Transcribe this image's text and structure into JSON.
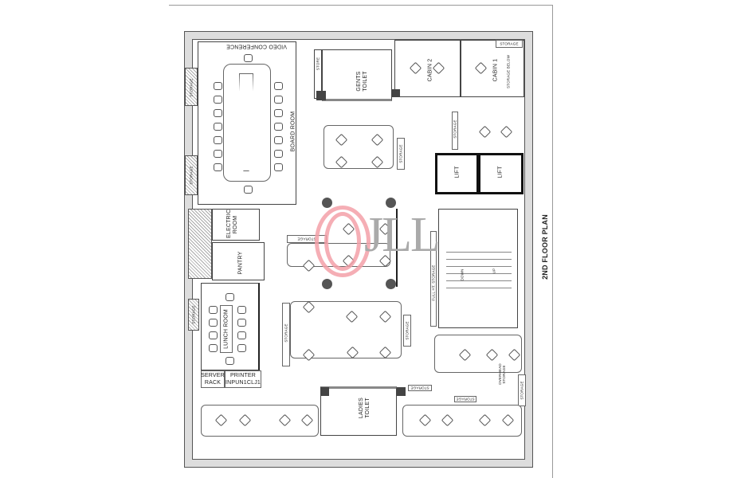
{
  "plan": {
    "title": "2ND FLOOR PLAN",
    "watermark": "JLL",
    "rooms": {
      "video_conference": "VIDEO CONFERENCE",
      "board_room": "BOARD ROOM",
      "store": "STORE",
      "gents_toilet": "GENTS TOILET",
      "cabin_2": "CABIN 2",
      "cabin_1": "CABIN 1",
      "storage_below": "STORAGE BELOW",
      "lift_1": "LIFT",
      "lift_2": "LIFT",
      "electric_room": "ELECTRIC ROOM",
      "pantry": "PANTRY",
      "lunch_room": "LUNCH ROOM",
      "server_rack": "SERVER RACK",
      "printer": "PRINTER INPUN1CLJ1",
      "ladies_toilet": "LADIES TOILET",
      "full_ht_storage": "FULL HT. STORAGE",
      "overhead_storage": "OVERHEAD STORAGE",
      "stair_down": "DOWN",
      "stair_up": "UP"
    },
    "storage_label": "STORAGE"
  },
  "colors": {
    "watermark_red": "#f3a0a8",
    "watermark_gray": "#aaaaaa",
    "wall": "#555555"
  }
}
